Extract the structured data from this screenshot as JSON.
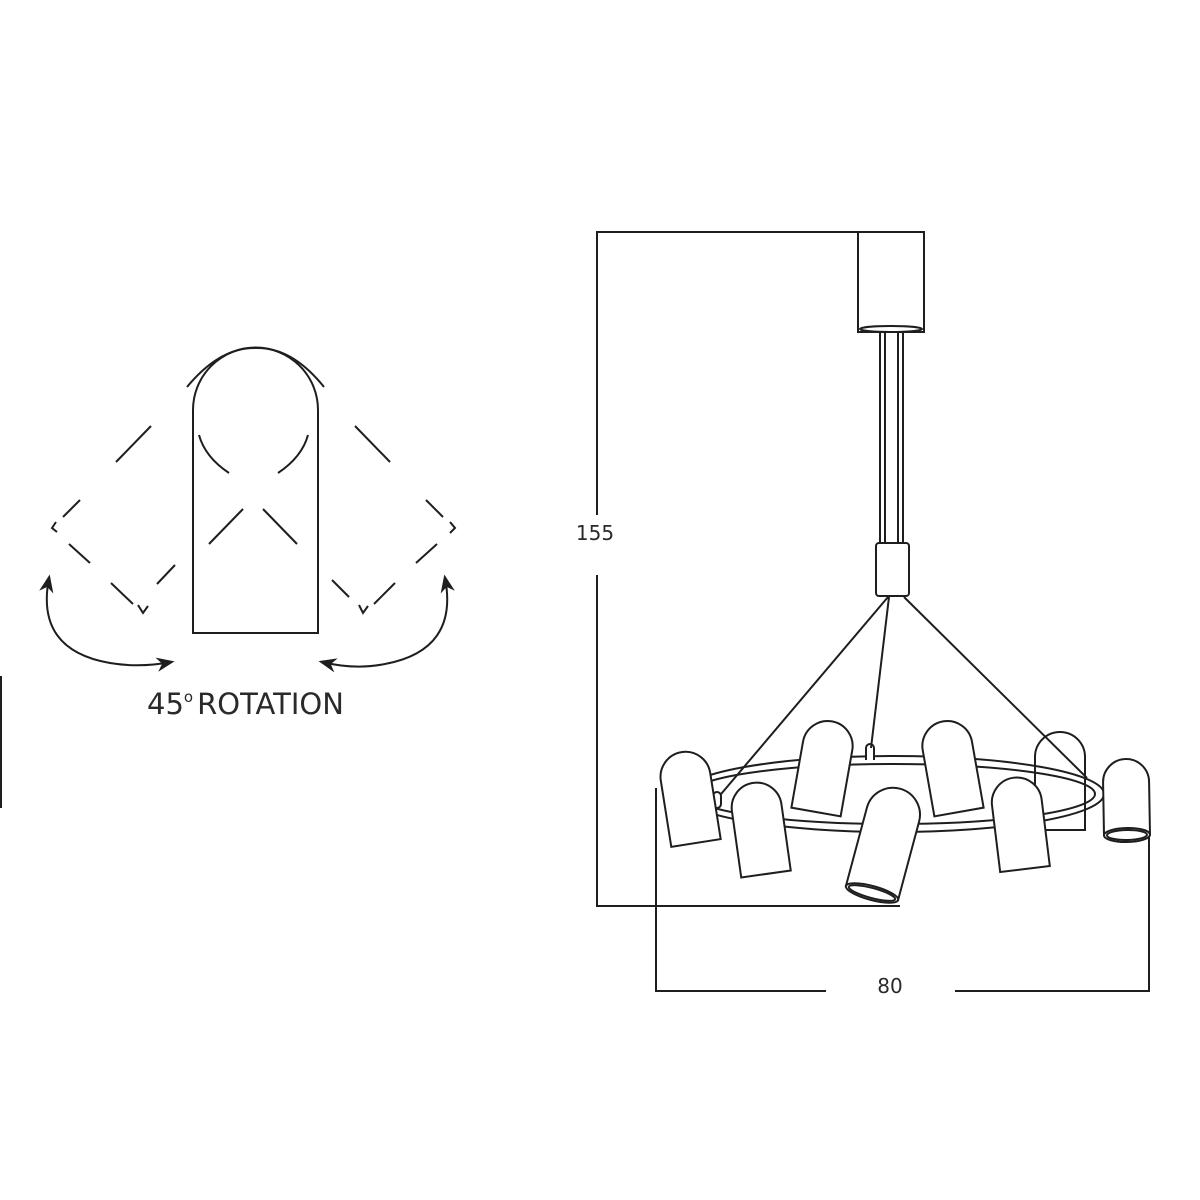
{
  "rotation_diagram": {
    "label_number": "45",
    "label_degree": "o",
    "label_text": "ROTATION"
  },
  "chandelier_diagram": {
    "height_dimension": "155",
    "width_dimension": "80"
  },
  "colors": {
    "line": "#1e1e1e",
    "background": "#ffffff"
  }
}
